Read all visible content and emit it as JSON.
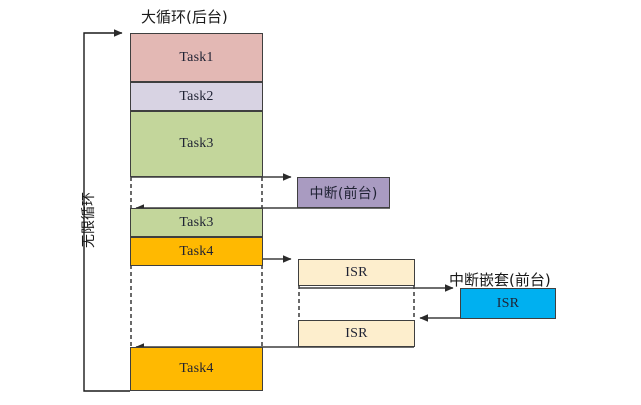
{
  "diagram": {
    "title_top": "大循环(后台)",
    "title_nested": "中断嵌套(前台)",
    "loop_label": "无限循环",
    "colors": {
      "task1": "#e3b8b4",
      "task2": "#d8d3e3",
      "task3": "#c3d69b",
      "task4": "#ffb901",
      "interrupt": "#a99bc1",
      "isr": "#fdeecd",
      "isr_nested": "#00b0f0",
      "stroke": "#3f3f3f",
      "text": "#1f2233"
    },
    "background_blocks": [
      {
        "label": "Task1",
        "color_key": "task1"
      },
      {
        "label": "Task2",
        "color_key": "task2"
      },
      {
        "label": "Task3",
        "color_key": "task3"
      },
      {
        "label": "Task3",
        "color_key": "task3"
      },
      {
        "label": "Task4",
        "color_key": "task4"
      },
      {
        "label": "Task4",
        "color_key": "task4"
      }
    ],
    "foreground_blocks": [
      {
        "label": "中断(前台)",
        "color_key": "interrupt"
      },
      {
        "label": "ISR",
        "color_key": "isr"
      },
      {
        "label": "ISR",
        "color_key": "isr"
      },
      {
        "label": "ISR",
        "color_key": "isr_nested"
      }
    ]
  }
}
